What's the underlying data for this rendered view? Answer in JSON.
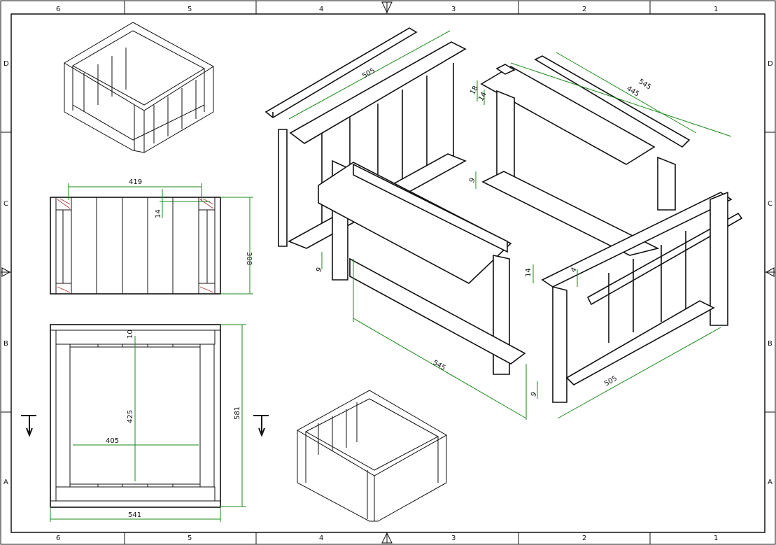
{
  "frame": {
    "columns": [
      "6",
      "5",
      "4",
      "3",
      "2",
      "1"
    ],
    "rows": [
      "D",
      "C",
      "B",
      "A"
    ]
  },
  "front_view": {
    "width": "419",
    "board": "14",
    "height": "308"
  },
  "top_view": {
    "board": "10",
    "inner_depth": "425",
    "inner_width": "405",
    "outer_depth": "581",
    "outer_width": "541"
  },
  "exploded_view": {
    "back_rail": "505",
    "right_long": "545",
    "right_inner": "445",
    "right_h1": "18",
    "right_h2": "14",
    "right_gap": "9",
    "front_gap": "9",
    "front_length": "545",
    "side_h1": "14",
    "side_h2": "4",
    "side_gap": "9",
    "side_length": "505"
  },
  "colors": {
    "dimension": "#1a8a1a",
    "line": "#111111"
  }
}
